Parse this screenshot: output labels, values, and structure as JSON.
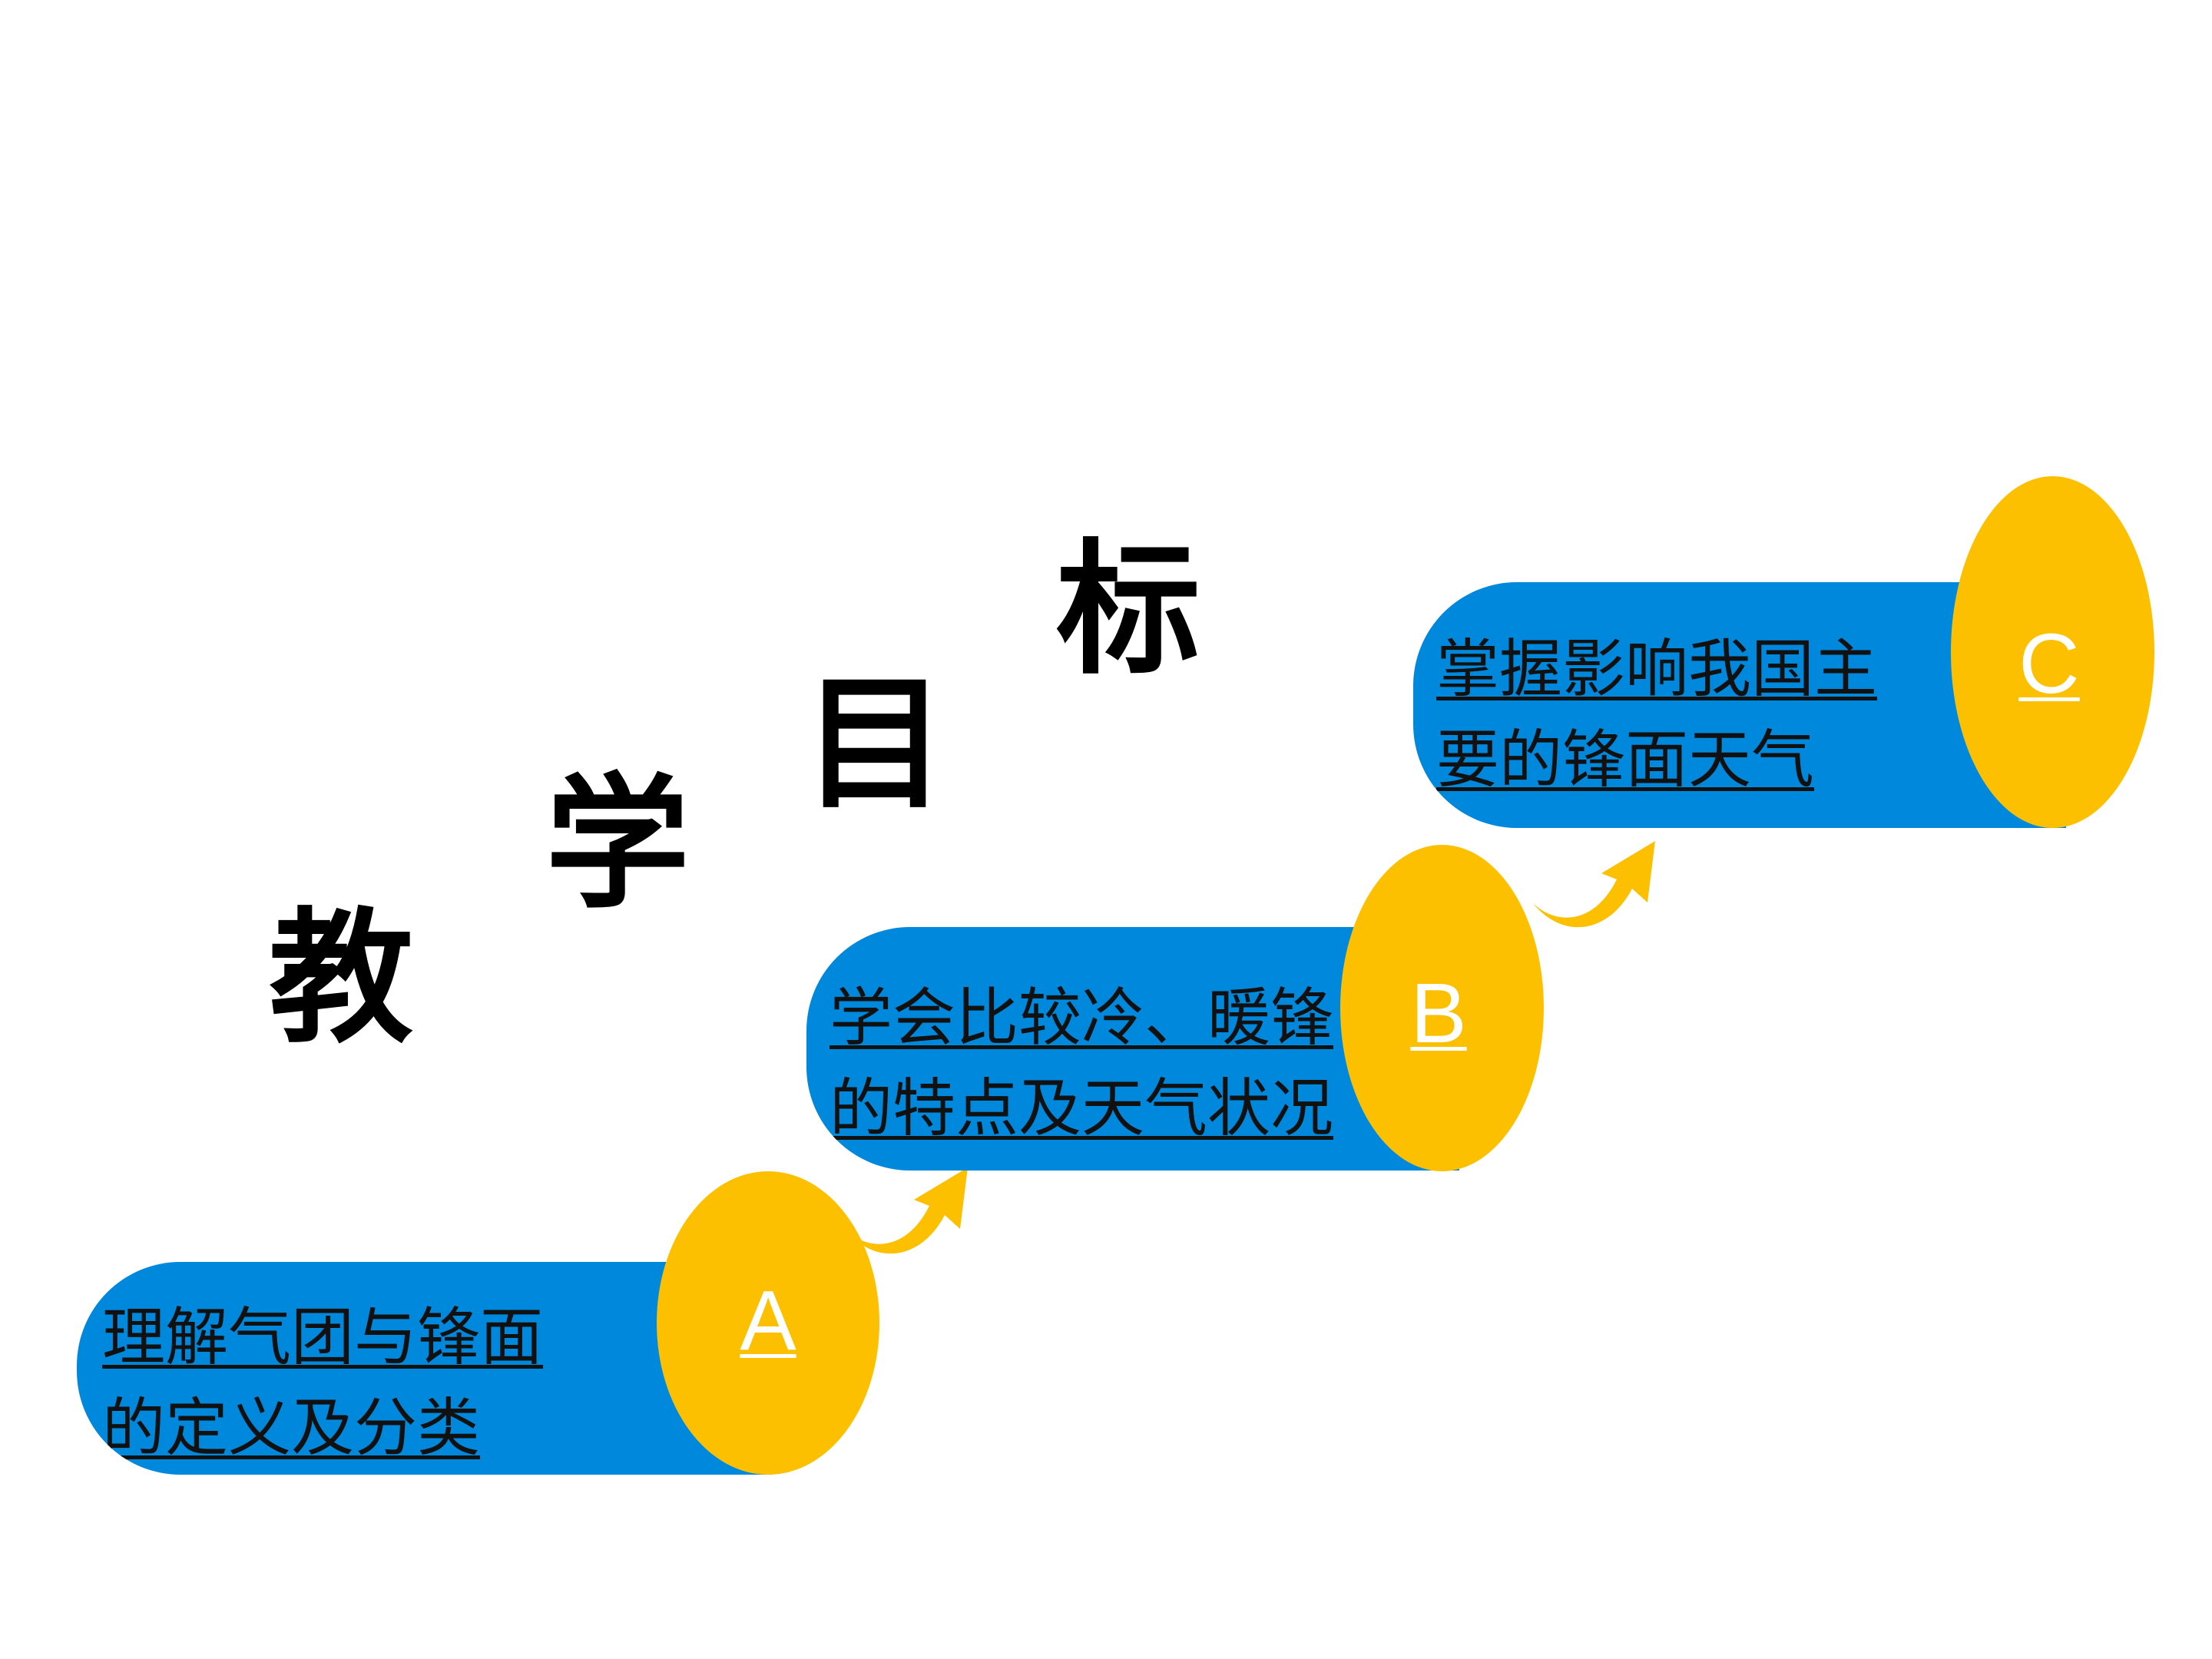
{
  "title": {
    "chars": [
      "教",
      "学",
      "目",
      "标"
    ]
  },
  "steps": [
    {
      "letter": "A",
      "lines": [
        "理解气团与锋面",
        "的定义及分类"
      ]
    },
    {
      "letter": "B",
      "lines": [
        "学会比较冷、暖锋",
        "的特点及天气状况"
      ]
    },
    {
      "letter": "C",
      "lines": [
        "掌握影响我国主",
        "要的锋面天气"
      ]
    }
  ],
  "colors": {
    "bar": "#0088dd",
    "ellipse": "#fcc000",
    "arrow": "#fcc000",
    "title": "#000000",
    "letter": "#ffffff"
  },
  "icons": [
    "curved-arrow-icon"
  ]
}
